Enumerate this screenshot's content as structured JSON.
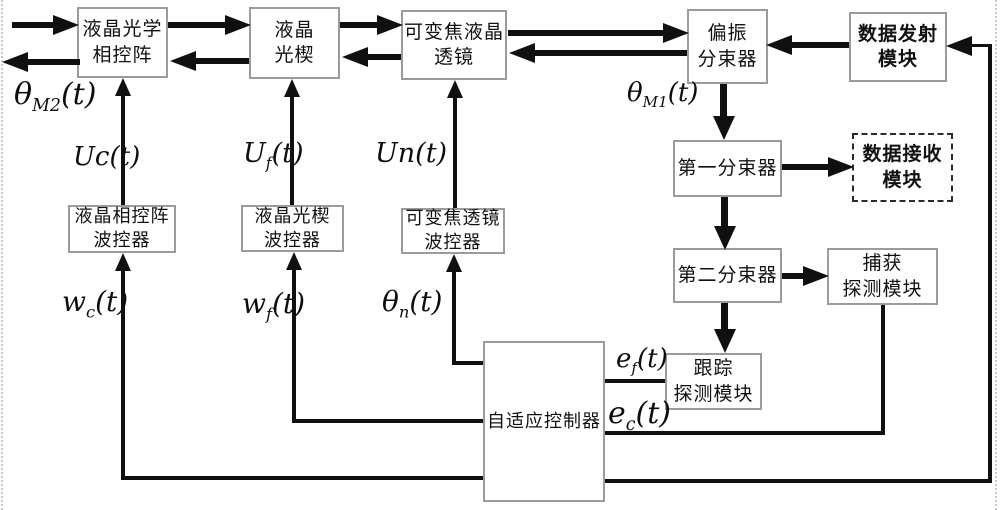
{
  "diagram": {
    "title_hint": "液晶自适应光通信控制框图",
    "colors": {
      "line": "#101010",
      "box_border": "#9b9b9b",
      "dashed_border": "#2a2a2a",
      "text": "#111111",
      "background": "#ffffff"
    },
    "boxes": {
      "lc_phased_array": {
        "label": "液晶光学\n相控阵"
      },
      "lc_wedge": {
        "label": "液晶\n光楔"
      },
      "varifocal_lc_lens": {
        "label": "可变焦液晶\n透镜"
      },
      "pbs": {
        "label": "偏振\n分束器"
      },
      "data_tx": {
        "label": "数据发射\n模块"
      },
      "splitter1": {
        "label": "第一分束器"
      },
      "data_rx": {
        "label": "数据接收\n模块"
      },
      "splitter2": {
        "label": "第二分束器"
      },
      "acq_module": {
        "label": "捕获\n探测模块"
      },
      "track_module": {
        "label": "跟踪\n探测模块"
      },
      "adaptive_ctrl": {
        "label": "自适应控制器"
      },
      "pa_wave_ctrl": {
        "label": "液晶相控阵\n波控器"
      },
      "wedge_wave_ctrl": {
        "label": "液晶光楔\n波控器"
      },
      "lens_wave_ctrl": {
        "label": "可变焦透镜\n波控器"
      }
    },
    "labels": {
      "theta_m2": {
        "pre": "θ",
        "sub": "M2",
        "post": "(t)"
      },
      "uc": {
        "pre": "Uc",
        "sub": "",
        "post": "(t)"
      },
      "uf": {
        "pre": "U",
        "sub": "f",
        "post": "(t)"
      },
      "un": {
        "pre": "Un",
        "sub": "",
        "post": "(t)"
      },
      "theta_m1": {
        "pre": "θ",
        "sub": "M1",
        "post": "(t)"
      },
      "wc": {
        "pre": "w",
        "sub": "c",
        "post": "(t)"
      },
      "wf": {
        "pre": "w",
        "sub": "f",
        "post": "(t)"
      },
      "theta_n": {
        "pre": "θ",
        "sub": "n",
        "post": "(t)"
      },
      "ef": {
        "pre": "e",
        "sub": "f",
        "post": "(t)"
      },
      "ec": {
        "pre": "e",
        "sub": "c",
        "post": "(t)"
      }
    }
  }
}
